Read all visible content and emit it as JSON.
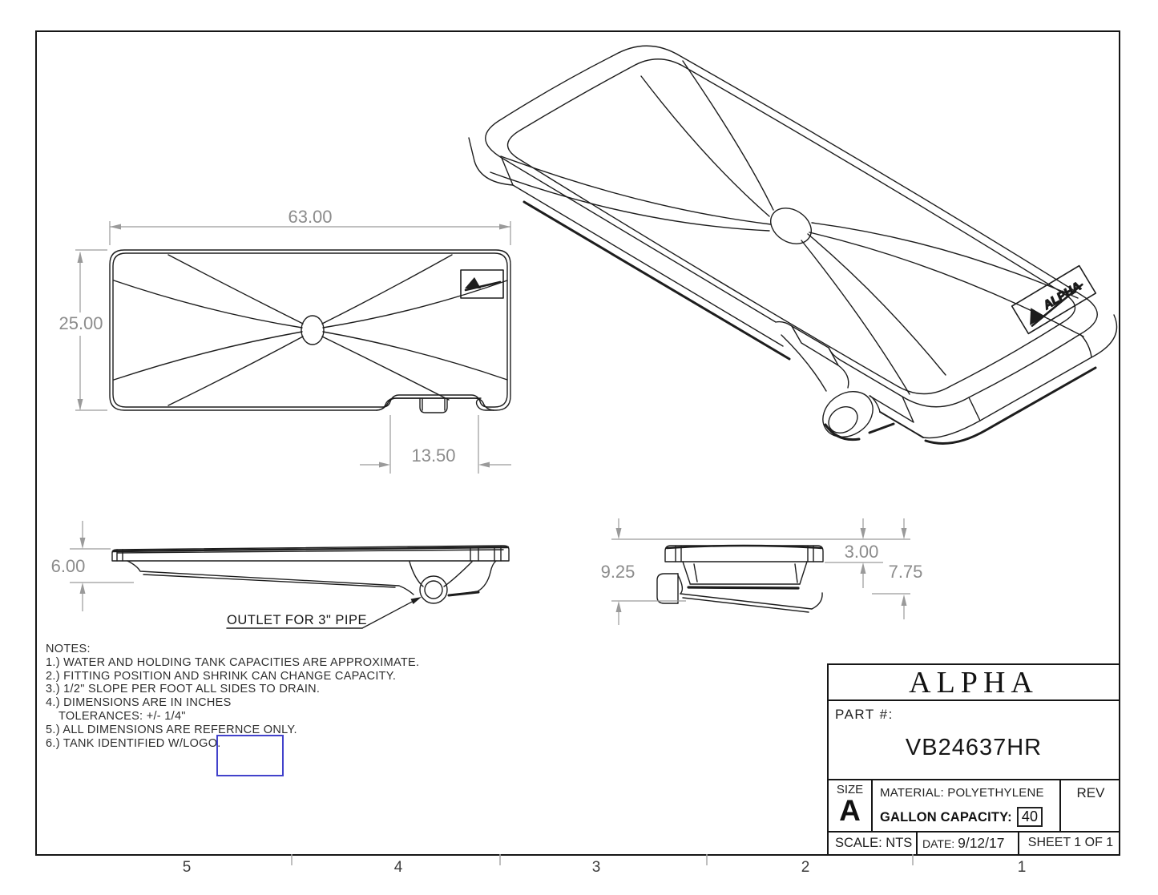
{
  "drawing": {
    "dimensions": {
      "top_width": "63.00",
      "top_height": "25.00",
      "notch_offset": "13.50",
      "front_height": "6.00",
      "end_left_height": "9.25",
      "end_flange_height": "3.00",
      "end_right_height": "7.75"
    },
    "outlet_label": "OUTLET FOR 3\" PIPE",
    "logo_text": "ALPHA"
  },
  "notes": {
    "heading": "NOTES:",
    "items": [
      "1.) WATER AND HOLDING TANK CAPACITIES ARE APPROXIMATE.",
      "2.) FITTING POSITION AND SHRINK CAN CHANGE CAPACITY.",
      "3.) 1/2\" SLOPE PER FOOT ALL SIDES TO DRAIN.",
      "4.) DIMENSIONS ARE IN INCHES",
      "TOLERANCES: +/- 1/4\"",
      "5.) ALL DIMENSIONS ARE REFERNCE ONLY.",
      "6.) TANK IDENTIFIED W/LOGO."
    ]
  },
  "title_block": {
    "company": "ALPHA",
    "part_label": "PART  #:",
    "part_number": "VB24637HR",
    "size_label": "SIZE",
    "size_value": "A",
    "material_line": "MATERIAL:  POLYETHYLENE",
    "rev_label": "REV",
    "gallon_label": "GALLON CAPACITY:",
    "gallon_value": "40",
    "scale_line": "SCALE: NTS",
    "date_label": "DATE:",
    "date_value": "9/12/17",
    "sheet_line": "SHEET 1 OF 1"
  },
  "zone_markers": [
    "5",
    "4",
    "3",
    "2",
    "1"
  ],
  "colors": {
    "line": "#1d1d1d",
    "dimension": "#8c8c8c",
    "annotation_blue": "#4242cb"
  }
}
